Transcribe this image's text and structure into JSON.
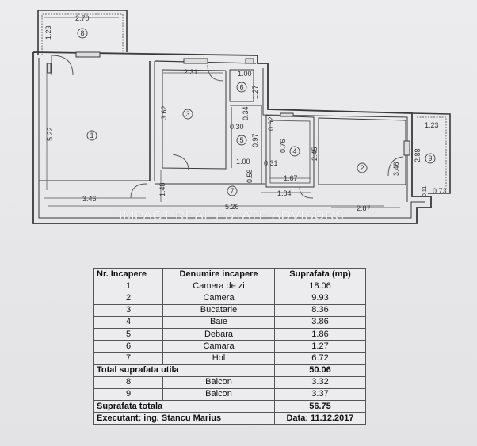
{
  "plan": {
    "dimensions": {
      "balcony8_width": "2.70",
      "balcony8_depth": "1.23",
      "room1_height": "5.22",
      "room1_width": "3.46",
      "room3_width": "2.31",
      "room3_height": "3.62",
      "room6_width": "1.00",
      "room6_height": "1.27",
      "room5_a": "0.30",
      "room5_b": "0.34",
      "room5_c": "0.97",
      "room5_d": "1.00",
      "room5_e": "0.58",
      "room4_a": "0.62",
      "room4_b": "0.76",
      "room4_c": "2.45",
      "room4_d": "0.31",
      "room4_e": "1.67",
      "room4_f": "1.84",
      "hall_height": "1.48",
      "total_width": "5.26",
      "room2_width": "2.87",
      "room2_height": "3.46",
      "balcony9_width": "1.23",
      "balcony9_height": "2.88",
      "balcony9_small": "0.73",
      "balcony9_side": "0.11"
    },
    "room_numbers": {
      "r1": "1",
      "r2": "2",
      "r3": "3",
      "r4": "4",
      "r5": "5",
      "r6": "6",
      "r7": "7",
      "r8": "8",
      "r9": "9"
    }
  },
  "watermark": "IMPACT REAL ESTATE ADVISORS",
  "table": {
    "headers": [
      "Nr. Incapere",
      "Denumire incapere",
      "Suprafata (mp)"
    ],
    "rooms": [
      {
        "nr": "1",
        "name": "Camera de zi",
        "area": "18.06"
      },
      {
        "nr": "2",
        "name": "Camera",
        "area": "9.93"
      },
      {
        "nr": "3",
        "name": "Bucatarie",
        "area": "8.36"
      },
      {
        "nr": "4",
        "name": "Baie",
        "area": "3.86"
      },
      {
        "nr": "5",
        "name": "Debara",
        "area": "1.86"
      },
      {
        "nr": "6",
        "name": "Camara",
        "area": "1.27"
      },
      {
        "nr": "7",
        "name": "Hol",
        "area": "6.72"
      }
    ],
    "useful_label": "Total suprafata utila",
    "useful_value": "50.06",
    "balconies": [
      {
        "nr": "8",
        "name": "Balcon",
        "area": "3.32"
      },
      {
        "nr": "9",
        "name": "Balcon",
        "area": "3.37"
      }
    ],
    "total_label": "Suprafata totala",
    "total_value": "56.75",
    "executant": "Executant: ing. Stancu Marius",
    "date": "Data: 11.12.2017"
  }
}
